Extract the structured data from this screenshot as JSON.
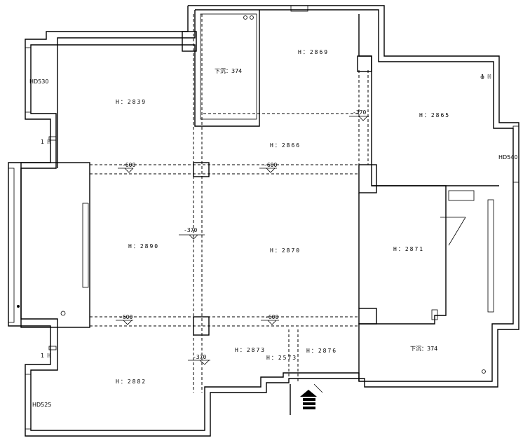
{
  "windows": {
    "hd530": "HD530",
    "hd540": "HD540",
    "hd525": "HD525"
  },
  "rooms": {
    "r2839": "H：2839",
    "r2869": "H：2869",
    "r2865": "H：2865",
    "r2866": "H：2866",
    "r2890": "H：2890",
    "r2870": "H：2870",
    "r2871": "H：2871",
    "r2873": "H：2873",
    "r2573": "H：2573",
    "r2876": "H：2876",
    "r2882": "H：2882",
    "sunk_top": "下沉：374",
    "sunk_bottom": "下沉：374"
  },
  "levels": {
    "l600a": "-600",
    "l600b": "-600",
    "l600c": "-600",
    "l600d": "-600",
    "l370a": "-370",
    "l370b": "-370",
    "l370c": "-370"
  },
  "marks": {
    "m1": "1 ℍ",
    "m2": "1 ℍ",
    "m3": "1 ℍ"
  }
}
